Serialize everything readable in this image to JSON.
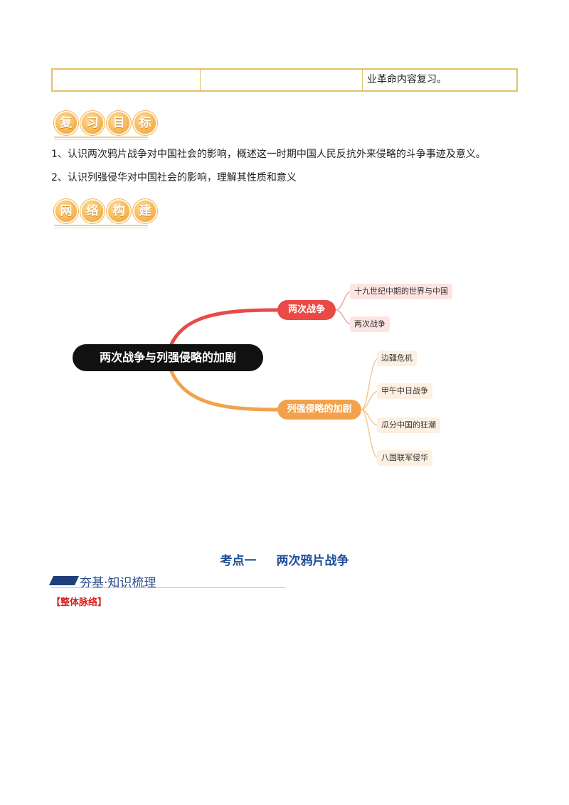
{
  "table": {
    "cells": [
      "",
      "",
      "业革命内容复习。"
    ]
  },
  "section_review_goals": {
    "chars": [
      "复",
      "习",
      "目",
      "标"
    ]
  },
  "objectives": [
    "1、认识两次鸦片战争对中国社会的影响，概述这一时期中国人民反抗外来侵略的斗争事迹及意义。",
    "2、认识列强侵华对中国社会的影响，理解其性质和意义"
  ],
  "section_network": {
    "chars": [
      "网",
      "络",
      "构",
      "建"
    ]
  },
  "mindmap": {
    "root": "两次战争与列强侵略的加剧",
    "branches": [
      {
        "label": "两次战争",
        "color": "#ea4a46",
        "leaves": [
          "十九世纪中期的世界与中国",
          "两次战争"
        ]
      },
      {
        "label": "列强侵略的加剧",
        "color": "#f2a24c",
        "leaves": [
          "边疆危机",
          "甲午中日战争",
          "瓜分中国的狂潮",
          "八国联军侵华"
        ]
      }
    ]
  },
  "kaodian": {
    "label": "考点一",
    "title": "两次鸦片战争"
  },
  "subhead": "夯基·知识梳理",
  "redhead": "【整体脉络】"
}
